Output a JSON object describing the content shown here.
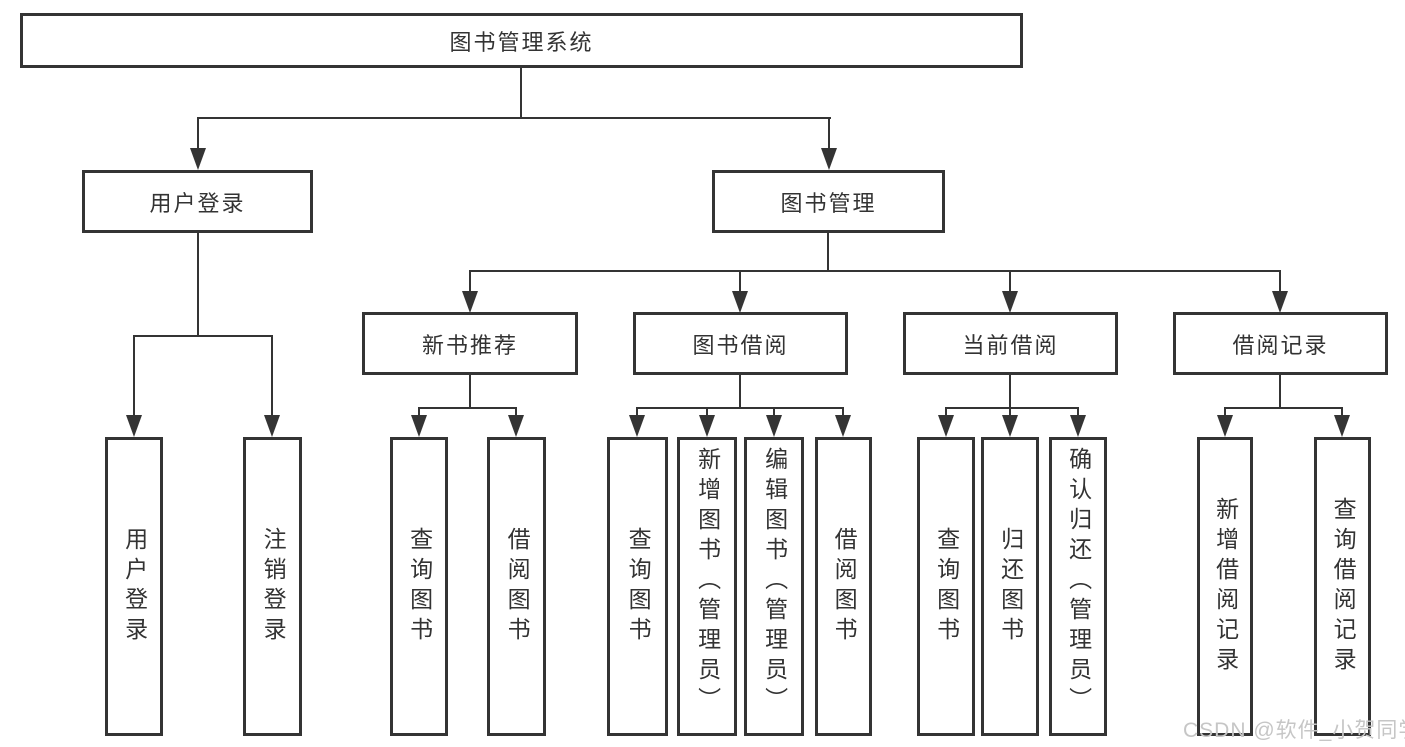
{
  "diagram": {
    "title": "图书管理系统",
    "branches": [
      {
        "label": "用户登录",
        "children": [
          {
            "label": "用户登录"
          },
          {
            "label": "注销登录"
          }
        ]
      },
      {
        "label": "图书管理",
        "children": [
          {
            "label": "新书推荐",
            "children": [
              {
                "label": "查询图书"
              },
              {
                "label": "借阅图书"
              }
            ]
          },
          {
            "label": "图书借阅",
            "children": [
              {
                "label": "查询图书"
              },
              {
                "label": "新增图书（管理员）"
              },
              {
                "label": "编辑图书（管理员）"
              },
              {
                "label": "借阅图书"
              }
            ]
          },
          {
            "label": "当前借阅",
            "children": [
              {
                "label": "查询图书"
              },
              {
                "label": "归还图书"
              },
              {
                "label": "确认归还（管理员）"
              }
            ]
          },
          {
            "label": "借阅记录",
            "children": [
              {
                "label": "新增借阅记录"
              },
              {
                "label": "查询借阅记录"
              }
            ]
          }
        ]
      }
    ]
  },
  "watermark": {
    "text": "CSDN @软件_小贺同学"
  },
  "colors": {
    "line": "#343434",
    "text": "#333333",
    "watermark": "#c6c6c6",
    "background": "#ffffff"
  }
}
